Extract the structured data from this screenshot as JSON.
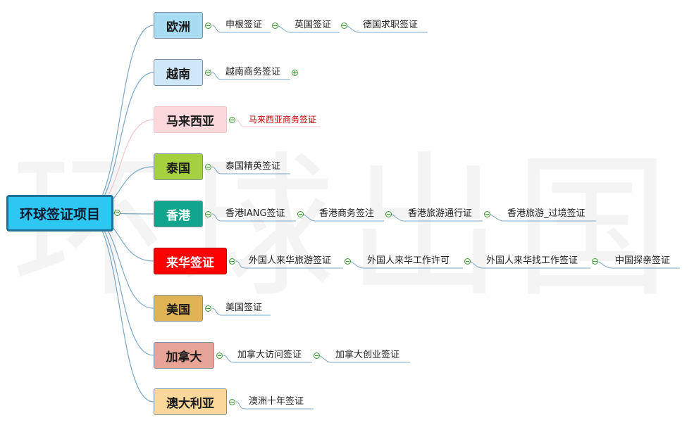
{
  "watermark": "环球出国",
  "root": {
    "label": "环球签证项目"
  },
  "branches": [
    {
      "id": "europe",
      "label": "欧洲",
      "bg": "#a8dcf3",
      "fg": "#1a1a1a",
      "toggle": "minus",
      "leaves": [
        "申根签证",
        "英国签证",
        "德国求职签证"
      ]
    },
    {
      "id": "vietnam",
      "label": "越南",
      "bg": "#cfe8f7",
      "fg": "#1a1a1a",
      "toggle": "minus",
      "leaves": [
        "越南商务签证"
      ],
      "leaf_toggle": "plus"
    },
    {
      "id": "malaysia",
      "label": "马来西亚",
      "bg": "#fbd8dc",
      "fg": "#1a1a1a",
      "toggle": "minus",
      "leaves": [
        "马来西亚商务签证"
      ],
      "leaf_color": "#c00000"
    },
    {
      "id": "thailand",
      "label": "泰国",
      "bg": "#a5d13f",
      "fg": "#1a1a1a",
      "toggle": "minus",
      "leaves": [
        "泰国精英签证"
      ]
    },
    {
      "id": "hongkong",
      "label": "香港",
      "bg": "#11a58c",
      "fg": "#ffffff",
      "toggle": "minus",
      "leaves": [
        "香港IANG签证",
        "香港商务签注",
        "香港旅游通行证",
        "香港旅游_过境签证"
      ]
    },
    {
      "id": "china",
      "label": "来华签证",
      "bg": "#ff0000",
      "fg": "#ffffff",
      "toggle": "minus",
      "leaves": [
        "外国人来华旅游签证",
        "外国人来华工作许可",
        "外国人来华找工作签证",
        "中国探亲签证"
      ]
    },
    {
      "id": "usa",
      "label": "美国",
      "bg": "#e0b455",
      "fg": "#1a1a1a",
      "toggle": "minus",
      "leaves": [
        "美国签证"
      ]
    },
    {
      "id": "canada",
      "label": "加拿大",
      "bg": "#e8a597",
      "fg": "#1a1a1a",
      "toggle": "minus",
      "leaves": [
        "加拿大访问签证",
        "加拿大创业签证"
      ]
    },
    {
      "id": "australia",
      "label": "澳大利亚",
      "bg": "#fcd79c",
      "fg": "#1a1a1a",
      "toggle": "minus",
      "leaves": [
        "澳洲十年签证"
      ]
    }
  ]
}
